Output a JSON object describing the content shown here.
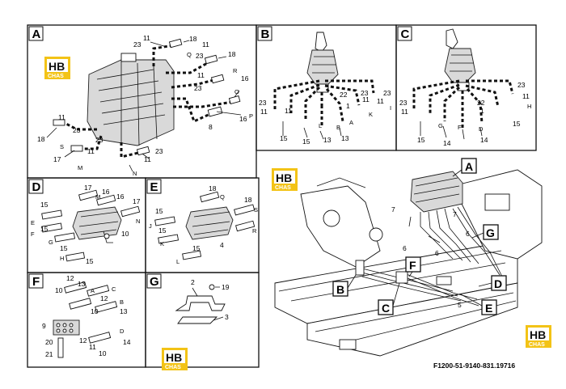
{
  "panels": [
    {
      "id": "A",
      "label": "A"
    },
    {
      "id": "B",
      "label": "B"
    },
    {
      "id": "C",
      "label": "C"
    },
    {
      "id": "D",
      "label": "D"
    },
    {
      "id": "E",
      "label": "E"
    },
    {
      "id": "F",
      "label": "F"
    },
    {
      "id": "G",
      "label": "G"
    }
  ],
  "logo": {
    "main": "HB",
    "sub": "CHAS"
  },
  "caption": "F1200-51-9140-831.19716",
  "callouts": [
    "A",
    "G",
    "F",
    "D",
    "B",
    "C",
    "E"
  ],
  "panel_a": {
    "nums": [
      "11",
      "18",
      "23",
      "Q",
      "11",
      "23",
      "18",
      "R",
      "16",
      "11",
      "23",
      "O",
      "8",
      "16",
      "P",
      "23",
      "11",
      "18",
      "S",
      "23",
      "11",
      "17",
      "M",
      "23",
      "11",
      "N"
    ]
  },
  "panel_b": {
    "nums": [
      "22",
      "23",
      "11",
      "11",
      "23",
      "1",
      "11",
      "23",
      "11",
      "I",
      "K",
      "15",
      "L",
      "B",
      "A",
      "15",
      "13",
      "13"
    ]
  },
  "panel_c": {
    "nums": [
      "23",
      "11",
      "23",
      "22",
      "1",
      "11",
      "H",
      "15",
      "G",
      "F",
      "D",
      "15",
      "14",
      "14"
    ]
  },
  "panel_d": {
    "nums": [
      "17",
      "16",
      "16",
      "17",
      "15",
      "E",
      "F",
      "15",
      "G",
      "10",
      "15",
      "15",
      "H",
      "M",
      "N"
    ]
  },
  "panel_e": {
    "nums": [
      "18",
      "Q",
      "18",
      "S",
      "15",
      "J",
      "15",
      "4",
      "R",
      "15",
      "K",
      "L"
    ]
  },
  "panel_f": {
    "nums": [
      "12",
      "13",
      "10",
      "A",
      "C",
      "12",
      "B",
      "13",
      "10",
      "9",
      "12",
      "14",
      "20",
      "D",
      "21",
      "10",
      "11"
    ]
  },
  "panel_g": {
    "nums": [
      "2",
      "19",
      "3"
    ]
  },
  "overview": {
    "nums": [
      "7",
      "6",
      "7",
      "6",
      "6",
      "5"
    ]
  }
}
